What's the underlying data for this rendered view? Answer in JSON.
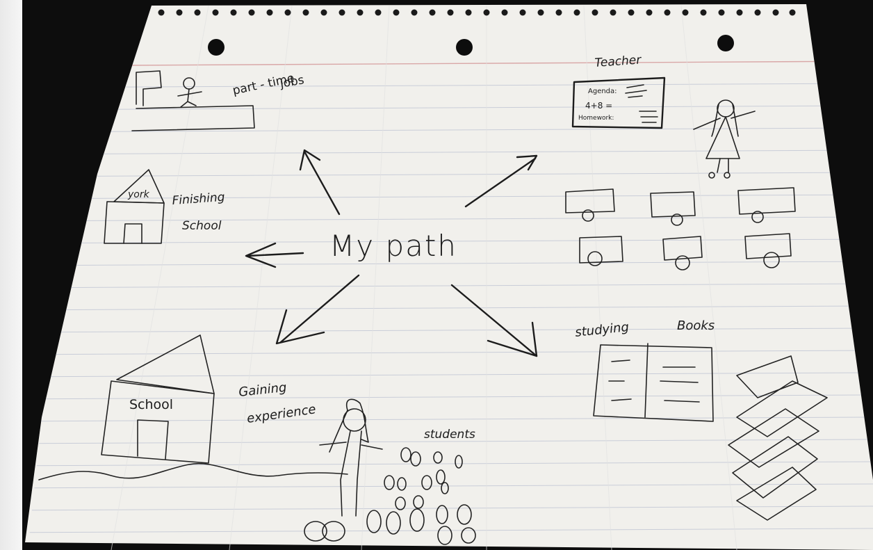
{
  "center": {
    "label": "My path"
  },
  "branches": {
    "part_time_jobs": {
      "line1": "part - time",
      "line2": "jobs"
    },
    "finishing_school": {
      "line1": "Finishing",
      "line2": "School",
      "sign": "york"
    },
    "school": {
      "sign": "School"
    },
    "gaining_experience": {
      "line1": "Gaining",
      "line2": "experience"
    },
    "students": {
      "label": "students"
    },
    "teacher": {
      "label": "Teacher",
      "board_line1": "Agenda:",
      "board_line2": "4+8 =",
      "board_line3": "Homework:"
    },
    "studying": {
      "label": "studying",
      "label2": "Books"
    }
  },
  "colors": {
    "background": "#0d0d0d",
    "paper": "#f1f0ec",
    "rule_lines": "#c9cdd8",
    "margin_line": "#d9a7a7",
    "ink": "#1c1c1c",
    "wall": "#eeeeee"
  }
}
